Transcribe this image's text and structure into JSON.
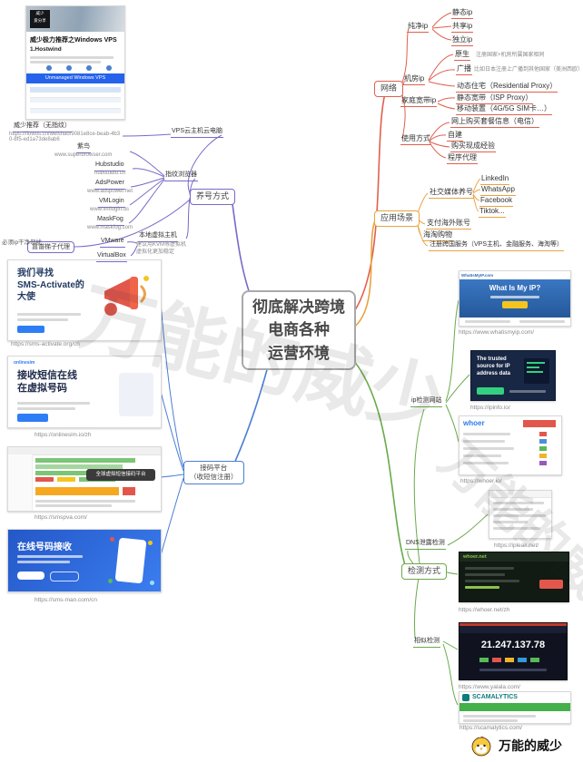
{
  "central": {
    "title": "彻底解决跨境\n电商各种\n运营环境"
  },
  "watermark": "万能的威少",
  "colors": {
    "network": "#e0604f",
    "scenarios": "#e8a33d",
    "raising": "#7b68c8",
    "sms": "#4a7fd4",
    "detection": "#6aaa4b"
  },
  "network": {
    "label": "网络",
    "pure_ip": {
      "label": "纯净ip",
      "children": [
        "静态ip",
        "共享ip",
        "独立ip"
      ]
    },
    "datacenter": {
      "label": "机房ip",
      "items": [
        {
          "label": "原生",
          "note": "注册国家+机房所属国家相同"
        },
        {
          "label": "广播",
          "note": "比如日本注册上广播到其他国家（美洲西欧）"
        },
        {
          "label": "动态住宅（Residential Proxy）",
          "note": ""
        }
      ]
    },
    "home": {
      "label": "家庭宽带ip",
      "children": [
        "静态宽带（ISP Proxy）",
        "移动装置（4G/5G SIM卡…）"
      ]
    },
    "usage": {
      "label": "使用方式",
      "children": [
        "网上购买套餐信息（电信）",
        "自建",
        "购买现成经验",
        "程序代理"
      ]
    }
  },
  "scenarios": {
    "label": "应用场景",
    "social": {
      "label": "社交媒体养号",
      "children": [
        "LinkedIn",
        "WhatsApp",
        "Facebook",
        "Tiktok..."
      ]
    },
    "others": [
      "支付海外账号",
      "海淘购物",
      "注册跨国服务（VPS主机、金融服务、海淘等）"
    ]
  },
  "raising": {
    "label": "养号方式",
    "vps": {
      "label": "VPS云主机云电脑",
      "recommend": "威少推荐（无指纹）",
      "url": "https://flowus.cn/weishao/9081e8ce-beab-4b30-8f5-ed1a73de8ab6"
    },
    "article": {
      "logo": "威少\n爱分享",
      "title": "威少极力推荐之Windows VPS",
      "item": "1.Hostwind",
      "banner": "Unmanaged Windows VPS"
    },
    "fingerprint": {
      "label": "指纹浏览器",
      "browsers": [
        {
          "name": "紫鸟",
          "url": "www.superbrowser.com"
        },
        {
          "name": "Hubstudio",
          "url": "hubstudio.cn"
        },
        {
          "name": "AdsPower",
          "url": "www.adspower.net"
        },
        {
          "name": "VMLogin",
          "url": "www.vmlogin.us"
        },
        {
          "name": "MaskFog",
          "url": "www.maskfog.com"
        }
      ]
    },
    "local": {
      "label": "本地虚拟主机",
      "note": "建议用KVM等虚拟机\n虚拟化更加稳定",
      "children": [
        "VMware",
        "VirtualBox"
      ]
    },
    "proxy": {
      "label": "靠谱梯子代理",
      "note": "必须ip干净勿扰"
    }
  },
  "sms": {
    "label": "接码平台\n（收短信注册）",
    "sites": [
      {
        "heading": "我们寻找\nSMS-Activate的\n大使",
        "url": "https://sms-activate.org/cn"
      },
      {
        "brand": "onlinesim",
        "heading": "接收短信在线\n在虚拟号码",
        "url": "https://onlinesim.io/zh"
      },
      {
        "tooltip": "全球虚拟短信接码平台",
        "url": "https://smspva.com/"
      },
      {
        "heading": "在线号码接收",
        "url": "https://sms-man.com/cn"
      }
    ]
  },
  "detection": {
    "label": "检测方式",
    "group_ip": "ip检测网站",
    "group_dns": "DNS泄露检测",
    "group_sim": "相似检测",
    "sites": [
      {
        "brand": "WhatIsMyIP.com",
        "heading": "What Is My IP?",
        "url": "https://www.whatismyip.com/"
      },
      {
        "heading": "The trusted source for IP address data",
        "url": "https://ipinfo.io/"
      },
      {
        "brand": "whoer",
        "url": "https://whoer.io/"
      },
      {
        "url": "https://ipleak.net/"
      },
      {
        "brand": "whoer.net",
        "url": "https://whoer.net/zh"
      },
      {
        "ip": "21.247.137.78",
        "url": "https://www.yalala.com/"
      },
      {
        "brand": "SCAMALYTICS",
        "url": "https://scamalytics.com/"
      }
    ]
  },
  "footer": {
    "brand": "万能的威少"
  }
}
